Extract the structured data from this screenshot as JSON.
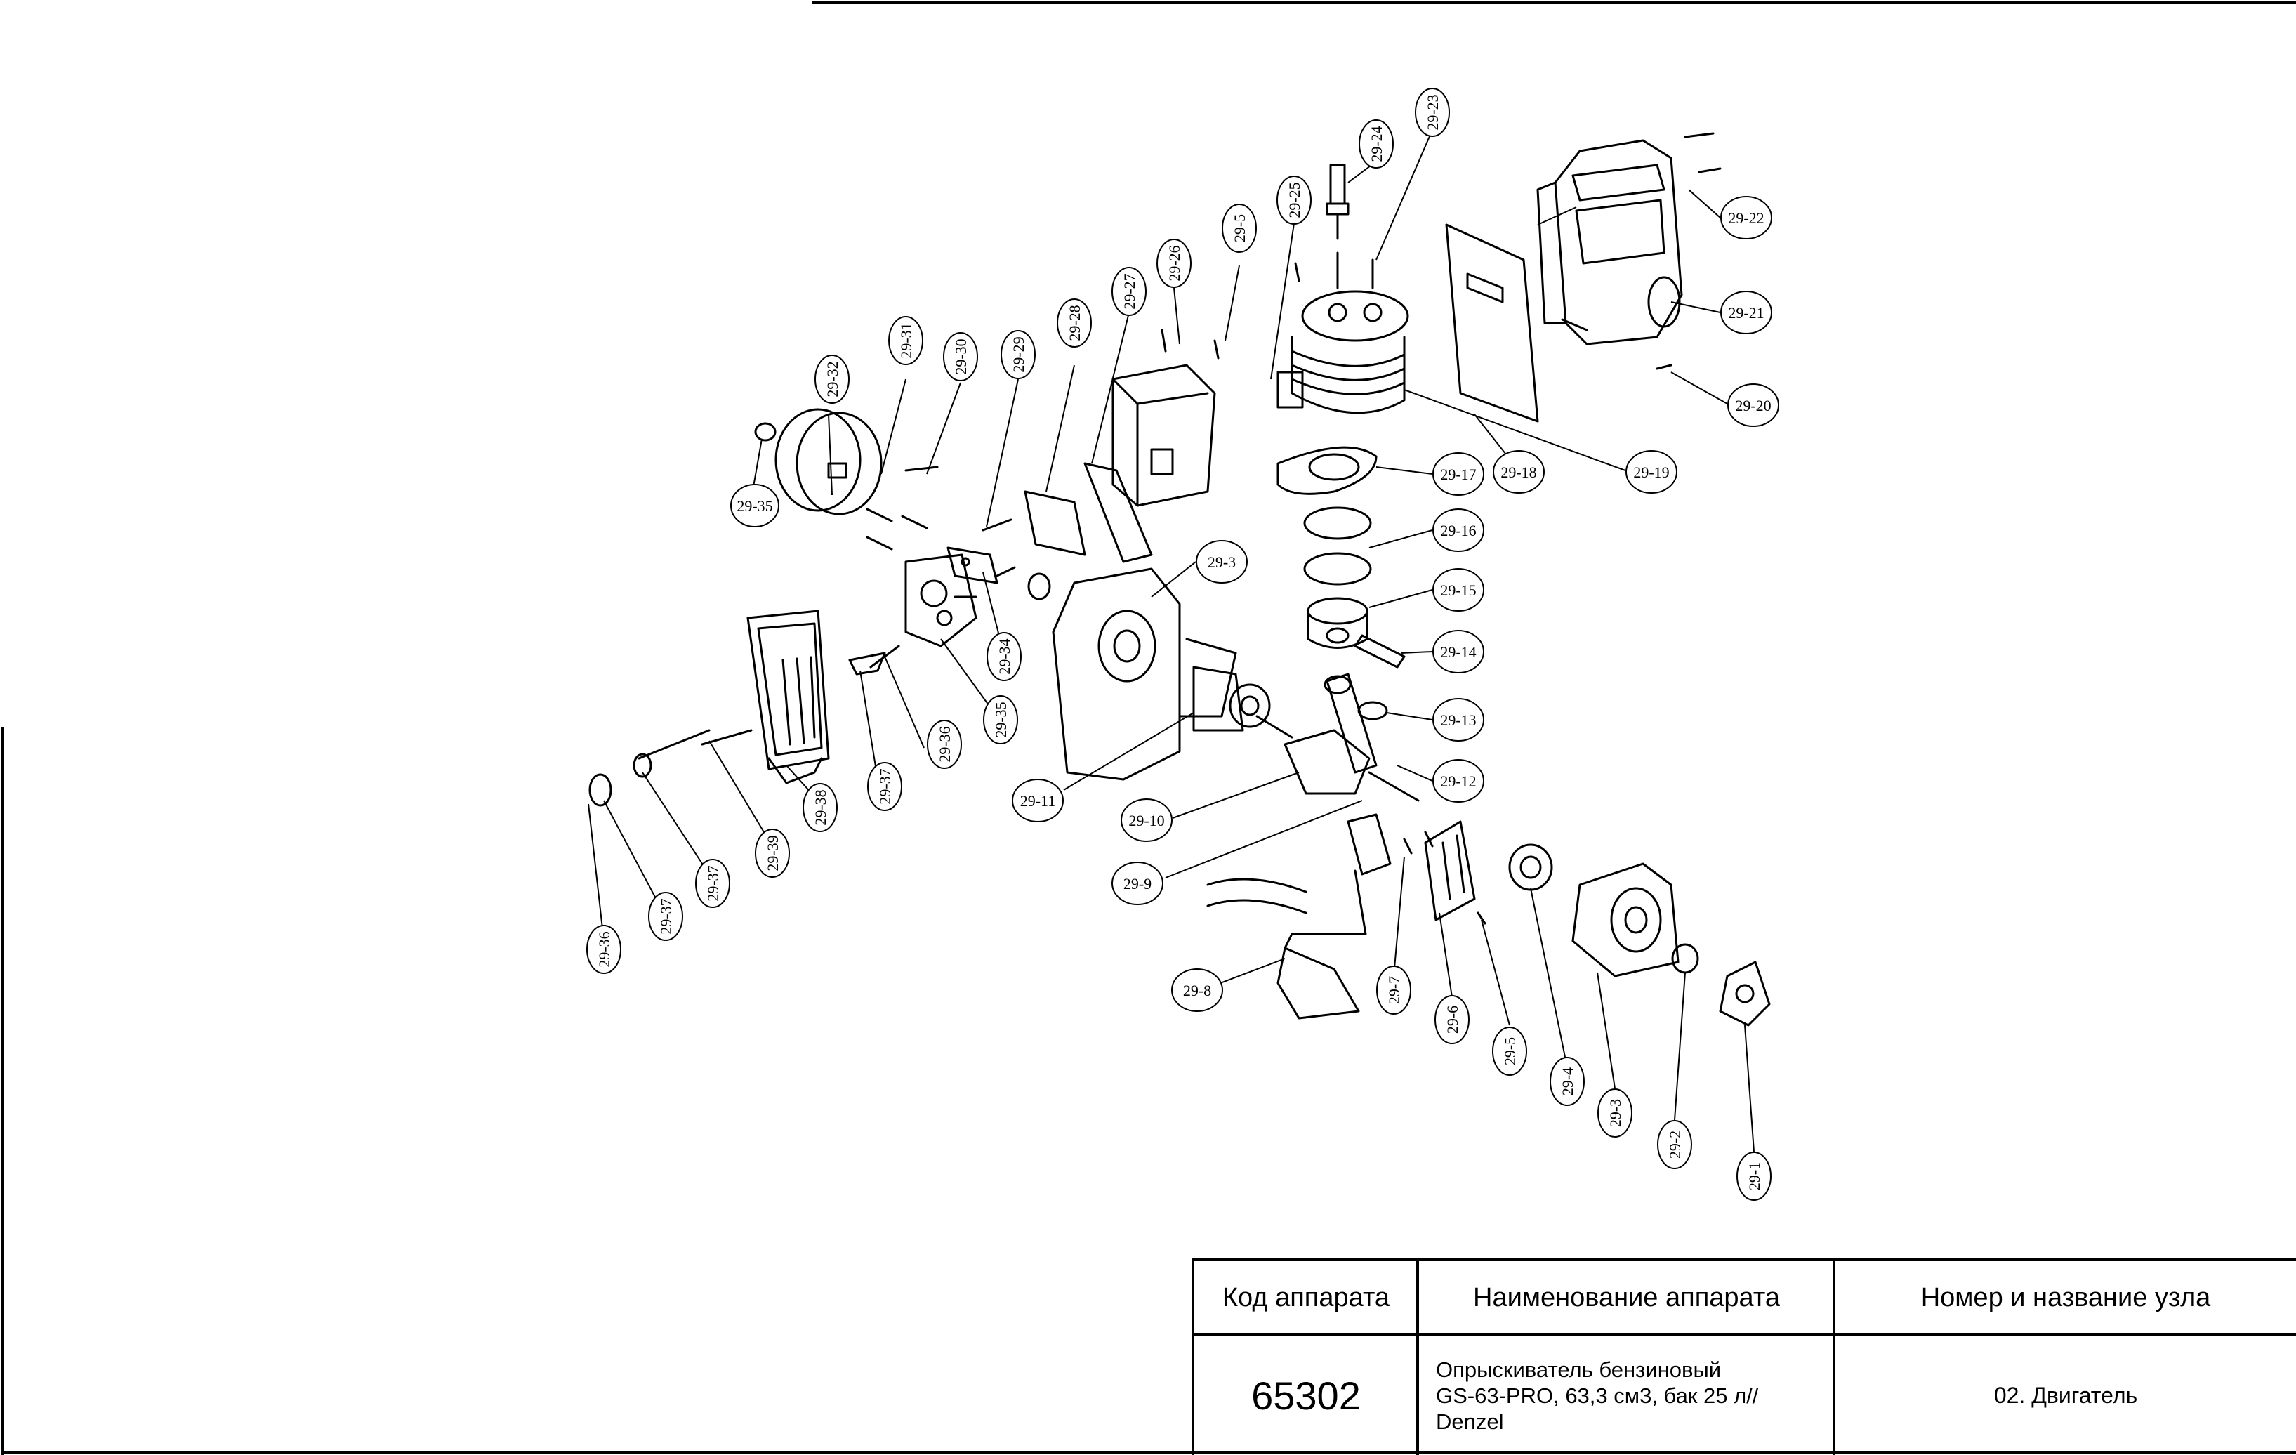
{
  "diagram": {
    "callouts": [
      "29-1",
      "29-2",
      "29-3",
      "29-4",
      "29-5",
      "29-6",
      "29-7",
      "29-8",
      "29-9",
      "29-10",
      "29-11",
      "29-12",
      "29-13",
      "29-14",
      "29-15",
      "29-16",
      "29-17",
      "29-18",
      "29-19",
      "29-20",
      "29-21",
      "29-22",
      "29-23",
      "29-24",
      "29-25",
      "29-5",
      "29-26",
      "29-27",
      "29-28",
      "29-29",
      "29-30",
      "29-31",
      "29-32",
      "29-35",
      "29-34",
      "29-35",
      "29-36",
      "29-37",
      "29-38",
      "29-37",
      "29-39",
      "29-36",
      "29-37",
      "29-3"
    ]
  },
  "title_block": {
    "header_code": "Код аппарата",
    "header_name": "Наименование аппарата",
    "header_node": "Номер и название узла",
    "code": "65302",
    "name_line1": "Опрыскиватель бензиновый",
    "name_line2": "GS-63-PRO, 63,3 см3, бак 25 л//",
    "name_line3": "Denzel",
    "node": "02. Двигатель"
  }
}
